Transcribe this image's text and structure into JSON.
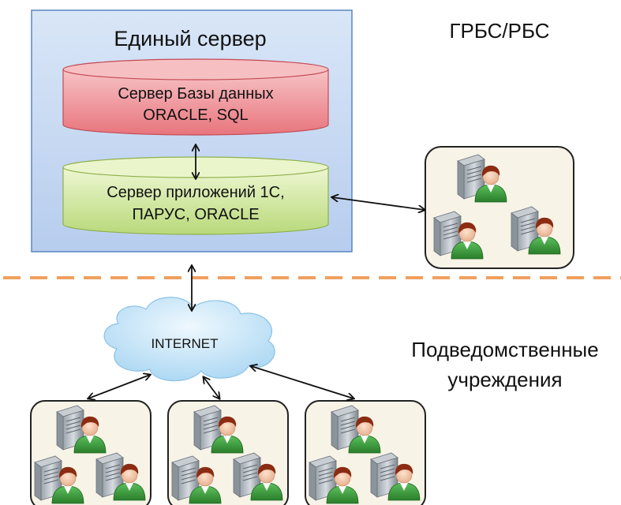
{
  "server": {
    "title": "Единый сервер",
    "database": {
      "line1": "Сервер Базы данных",
      "line2": "ORACLE, SQL"
    },
    "app": {
      "line1": "Сервер приложений 1С,",
      "line2": "ПАРУС, ORACLE"
    }
  },
  "labels": {
    "grbs": "ГРБС/РБС",
    "internet": "INTERNET",
    "subordinate_line1": "Подведомственные",
    "subordinate_line2": "учреждения"
  },
  "icons": {
    "workstation": "workstation-user-icon",
    "cloud": "cloud-icon",
    "database": "database-cylinder-icon"
  },
  "colors": {
    "server_box_fill": "#c6d9f1",
    "server_box_border": "#4f81bd",
    "database_fill": "#f2a3a8",
    "app_fill": "#d3ea9d",
    "cloud_fill": "#bfe0f5",
    "divider": "#f0a060",
    "group_fill": "#f6f2e4",
    "user_shirt": "#3c9c3c",
    "user_hair": "#8b2c12"
  }
}
